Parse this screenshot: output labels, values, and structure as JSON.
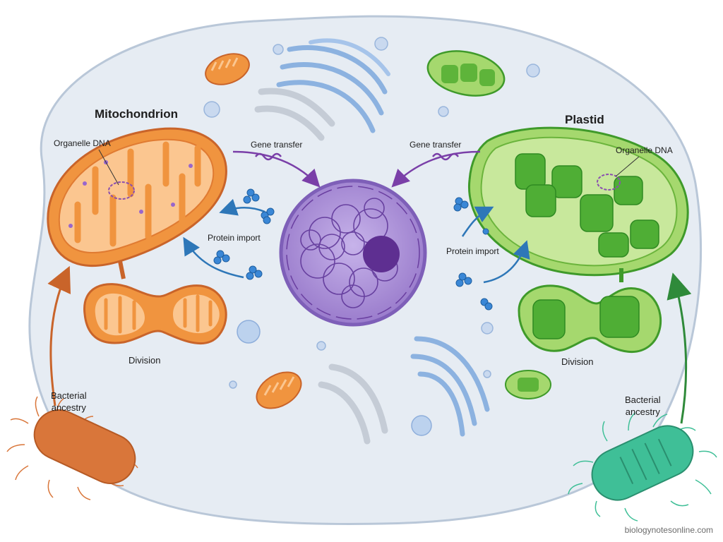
{
  "labels": {
    "mitochondrion": "Mitochondrion",
    "plastid": "Plastid",
    "organelle_dna_left": "Organelle DNA",
    "organelle_dna_right": "Organelle DNA",
    "gene_transfer_left": "Gene transfer",
    "gene_transfer_right": "Gene transfer",
    "protein_import_left": "Protein import",
    "protein_import_right": "Protein import",
    "division_left": "Division",
    "division_right": "Division",
    "bacterial_ancestry_left_1": "Bacterial",
    "bacterial_ancestry_left_2": "ancestry",
    "bacterial_ancestry_right_1": "Bacterial",
    "bacterial_ancestry_right_2": "ancestry"
  },
  "watermark": "biologynotesonline.com",
  "colors": {
    "cell_fill": "#e6ecf3",
    "cell_outline": "#b9c7d8",
    "mitochondrion": "#f0943f",
    "mitochondrion_light": "#fbc690",
    "plastid": "#7cc443",
    "plastid_dark": "#3f9a2a",
    "nucleus": "#a68ad4",
    "nucleus_dark": "#6a3fa0",
    "gene_arrow": "#7a3fa8",
    "import_arrow": "#2e77b8",
    "ancestry_left_arrow": "#c9642a",
    "ancestry_right_arrow": "#2f8a3a",
    "bacterium_left": "#d9763a",
    "bacterium_right": "#3fbf97",
    "protein": "#3a87d6",
    "er": "#8cb2e0"
  }
}
